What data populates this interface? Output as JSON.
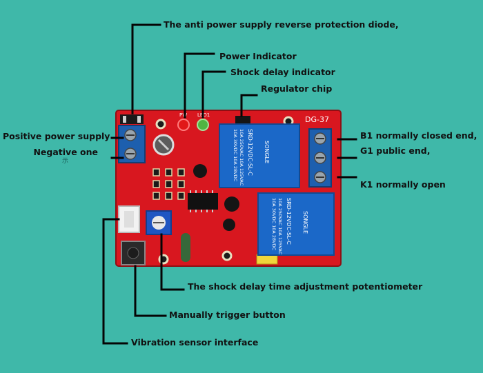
{
  "background_color": "#3fb8a9",
  "board": {
    "model": "DG-37",
    "led_labels": {
      "power": "PW",
      "delay": "LED1"
    },
    "relays": [
      {
        "brand": "SONGLE",
        "model": "SRD-12VDC-SL-C",
        "rating_lines": [
          "10A 250VAC  10A 125VAC",
          "10A 30VDC  10A 28VDC"
        ]
      },
      {
        "brand": "SONGLE",
        "model": "SRD-12VDC-SL-C",
        "rating_lines": [
          "10A 250VAC  10A 125VAC",
          "10A 30VDC  10A 28VDC"
        ]
      }
    ]
  },
  "labels": {
    "diode": "The anti power supply reverse protection diode,",
    "power_indicator": "Power Indicator",
    "shock_delay_indicator": "Shock delay indicator",
    "regulator_chip": "Regulator chip",
    "positive_supply": "Positive power supply",
    "negative": "Negative one",
    "negative_sub": "示",
    "b1": "B1 normally closed end,",
    "g1": "G1 public end,",
    "k1": "K1 normally open",
    "potentiometer": "The shock delay time adjustment potentiometer",
    "trigger_button": "Manually trigger button",
    "sensor_interface": "Vibration sensor interface"
  }
}
